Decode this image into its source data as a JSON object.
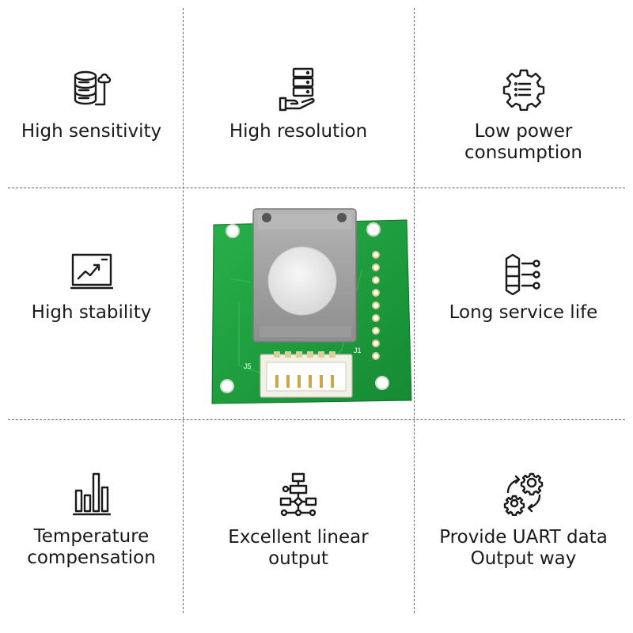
{
  "features": [
    {
      "id": "high-sensitivity",
      "label": "High sensitivity",
      "icon": "database-cloud-icon"
    },
    {
      "id": "high-resolution",
      "label": "High resolution",
      "icon": "server-hand-icon"
    },
    {
      "id": "low-power",
      "label": "Low power\nconsumption",
      "icon": "gear-list-icon"
    },
    {
      "id": "high-stability",
      "label": "High stability",
      "icon": "trend-chart-icon"
    },
    {
      "id": "long-service-life",
      "label": "Long service life",
      "icon": "stacked-nodes-icon"
    },
    {
      "id": "temperature-compensation",
      "label": "Temperature\ncompensation",
      "icon": "bar-chart-icon"
    },
    {
      "id": "linear-output",
      "label": "Excellent linear\noutput",
      "icon": "flowchart-icon"
    },
    {
      "id": "uart",
      "label": "Provide UART data\nOutput way",
      "icon": "gears-cycle-icon"
    }
  ],
  "board": {
    "connector_left": "J5",
    "connector_right": "J1",
    "colors": {
      "pcb": "#1e9e3e",
      "sensor": "#a9a9a9",
      "membrane": "#ececec",
      "connector": "#f1eee6"
    }
  }
}
